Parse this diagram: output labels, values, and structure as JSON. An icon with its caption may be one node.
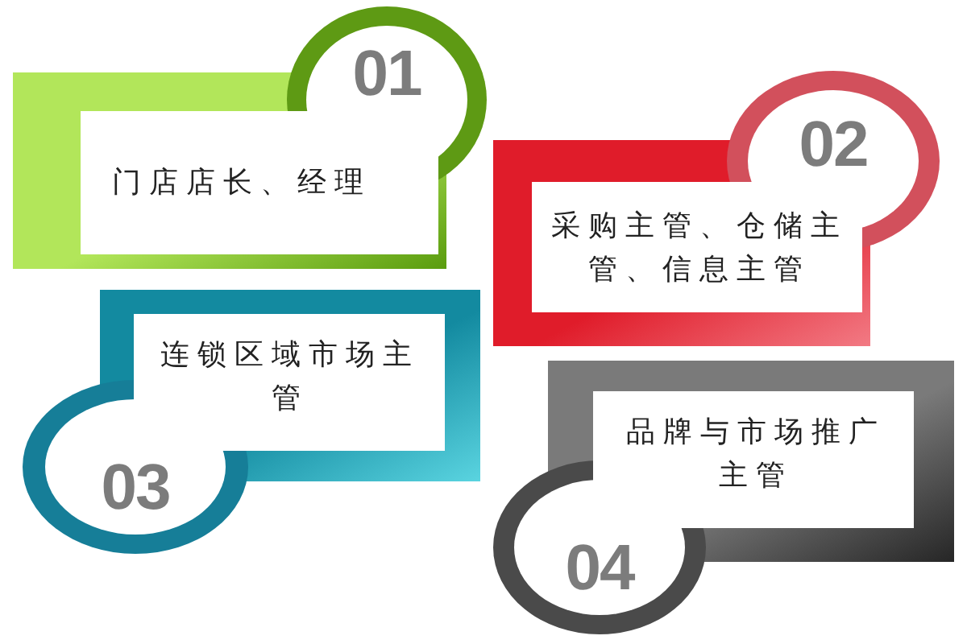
{
  "diagram": {
    "nodes": [
      {
        "text": [
          "01",
          "门店店长、经理"
        ]
      },
      {
        "text": [
          "02",
          "采购主管、仓储主管、信息主管"
        ]
      },
      {
        "text": [
          "连锁区域市场主管",
          "03"
        ]
      },
      {
        "text": [
          "品牌与市场推广主管",
          "04"
        ]
      }
    ]
  }
}
